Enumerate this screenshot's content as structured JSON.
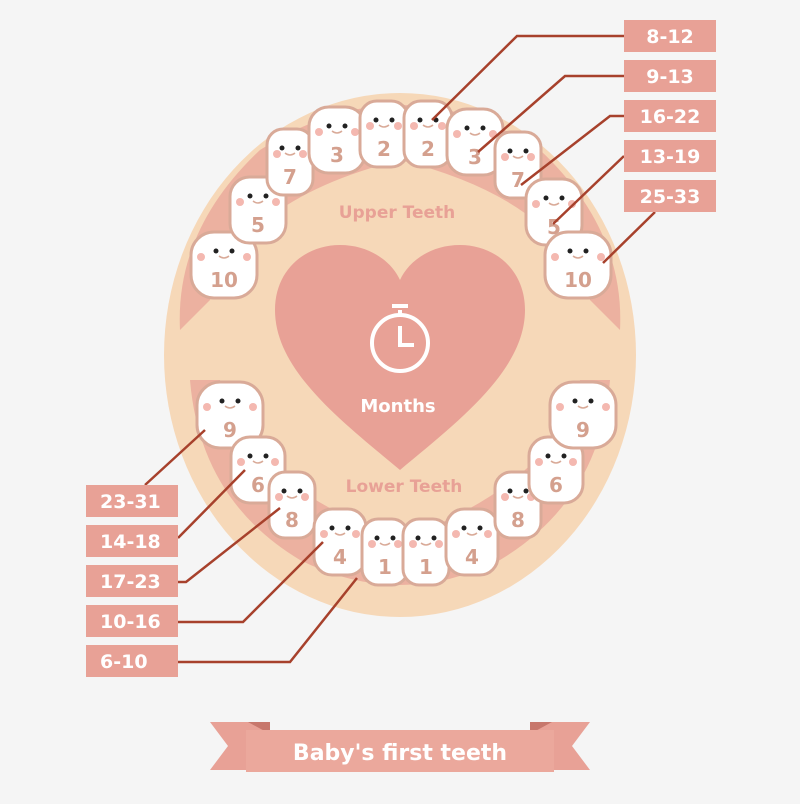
{
  "title": "Baby's first teeth",
  "center_label": "Months",
  "center_icon": "stopwatch-icon",
  "upper_label": "Upper Teeth",
  "lower_label": "Lower Teeth",
  "upper_teeth": [
    "10",
    "5",
    "7",
    "3",
    "2",
    "2",
    "3",
    "7",
    "5",
    "10"
  ],
  "lower_teeth": [
    "9",
    "6",
    "8",
    "4",
    "1",
    "1",
    "4",
    "8",
    "6",
    "9"
  ],
  "upper_ranges": [
    "8-12",
    "9-13",
    "16-22",
    "13-19",
    "25-33"
  ],
  "lower_ranges": [
    "23-31",
    "14-18",
    "17-23",
    "10-16",
    "6-10"
  ],
  "colors": {
    "background": "#f5f5f5",
    "face": "#f6d8b8",
    "gum": "#e8a196",
    "label_box": "#e8a196",
    "line": "#a7412c",
    "tooth_outline": "#d9aa98",
    "number": "#d4a08e"
  }
}
